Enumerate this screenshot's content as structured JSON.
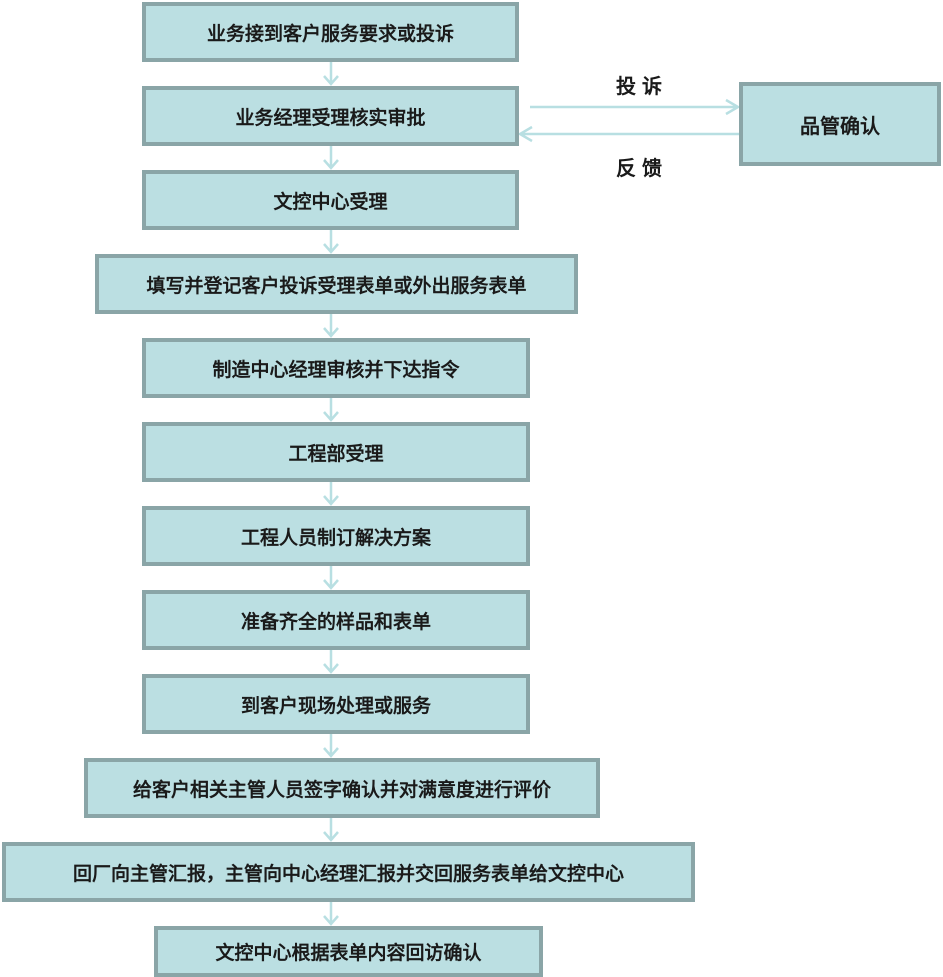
{
  "steps": [
    "业务接到客户服务要求或投诉",
    "业务经理受理核实审批",
    "文控中心受理",
    "填写并登记客户投诉受理表单或外出服务表单",
    "制造中心经理审核并下达指令",
    "工程部受理",
    "工程人员制订解决方案",
    "准备齐全的样品和表单",
    "到客户现场处理或服务",
    "给客户相关主管人员签字确认并对满意度进行评价",
    "回厂向主管汇报，主管向中心经理汇报并交回服务表单给文控中心",
    "文控中心根据表单内容回访确认"
  ],
  "side_box": "品管确认",
  "complaint_label": "投诉",
  "feedback_label": "反馈",
  "colors": {
    "box_fill": "#bbdfe2",
    "box_border": "#8aa5a7",
    "arrow": "#b8dfe2"
  }
}
